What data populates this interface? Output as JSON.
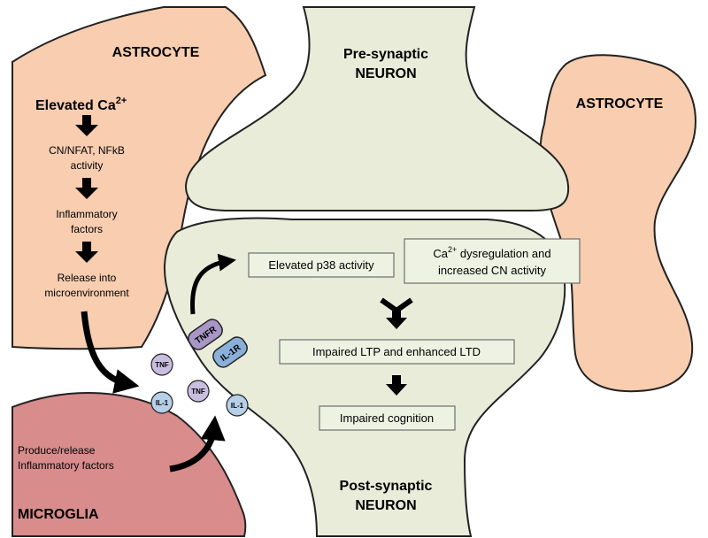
{
  "cells": {
    "astrocyte_left": "ASTROCYTE",
    "astrocyte_right": "ASTROCYTE",
    "pre_synaptic": [
      "Pre-synaptic",
      "NEURON"
    ],
    "post_synaptic": [
      "Post-synaptic",
      "NEURON"
    ],
    "microglia": "MICROGLIA"
  },
  "astrocyte_cascade": {
    "step1": {
      "text": "Elevated Ca",
      "sup": "2+"
    },
    "step2": [
      "CN/NFAT, NFkB",
      "activity"
    ],
    "step3": [
      "Inflammatory",
      "factors"
    ],
    "step4": [
      "Release into",
      "microenvironment"
    ]
  },
  "microglia_text": [
    "Produce/release",
    "Inflammatory factors"
  ],
  "molecules": {
    "tnf": "TNF",
    "il1": "IL-1",
    "tnfr": "TNFR",
    "il1r": "IL-1R"
  },
  "neuron_boxes": {
    "p38": "Elevated p38 activity",
    "ca_line1_pre": "Ca",
    "ca_sup": "2+",
    "ca_line1_post": " dysregulation and",
    "ca_line2": "increased CN activity",
    "ltp": "Impaired LTP and enhanced LTD",
    "cognition": "Impaired cognition"
  },
  "colors": {
    "astrocyte": "#f8cdb0",
    "neuron": "#e8ecd9",
    "microglia": "#d88c8c",
    "receptor_tnfr": "#a995c6",
    "receptor_il1r": "#8ab0da",
    "molecule_tnf": "#c9bee0",
    "molecule_il1": "#b7cfe8",
    "outline": "#222222"
  }
}
